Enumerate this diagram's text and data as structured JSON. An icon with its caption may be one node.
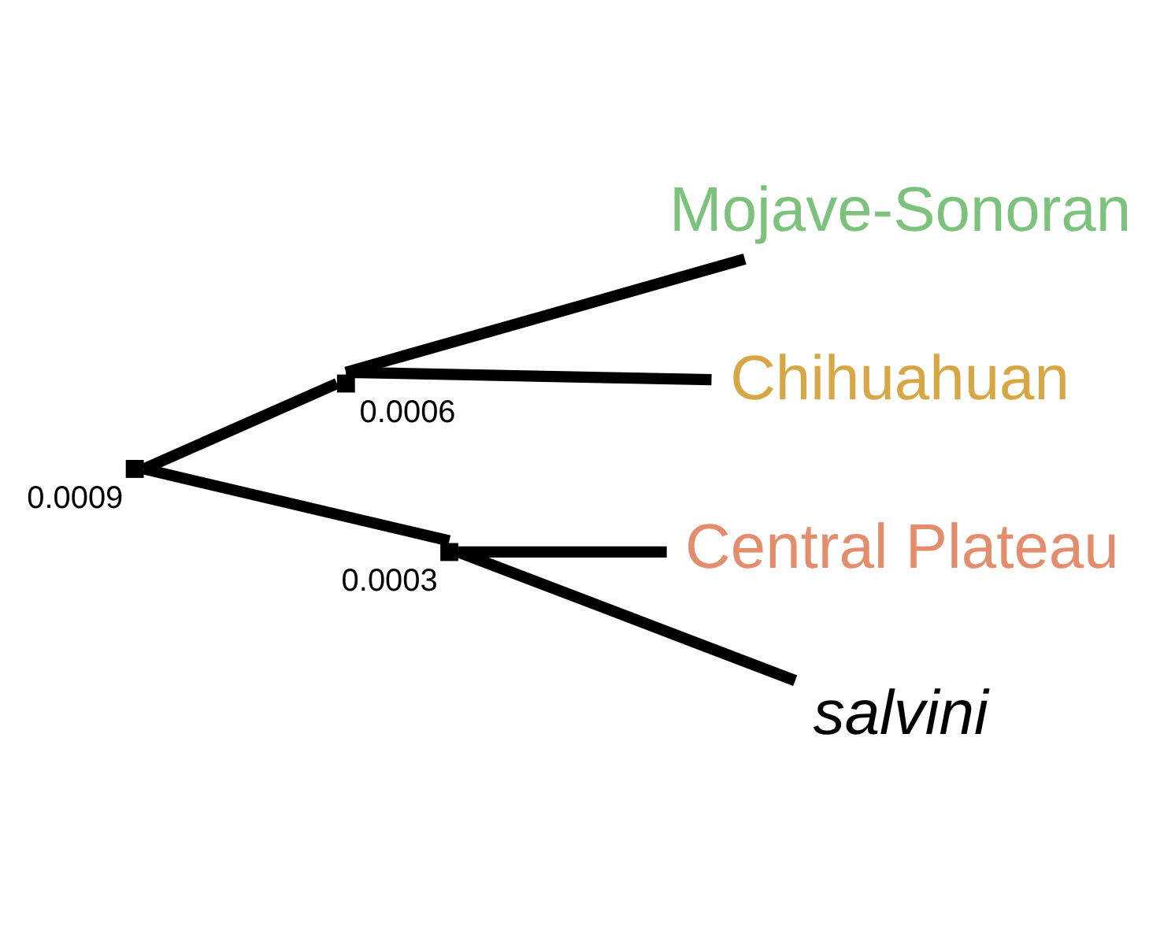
{
  "diagram": {
    "nodes": [
      {
        "text": [],
        "shape": "point",
        "beside": [
          "0.0009"
        ]
      },
      {
        "text": [],
        "shape": "point",
        "beside": [
          "0.0006"
        ]
      },
      {
        "text": [
          "Mojave-Sonoran"
        ]
      },
      {
        "text": [
          "Chihuahuan"
        ]
      },
      {
        "text": [],
        "shape": "point",
        "beside": [
          "0.0003"
        ]
      },
      {
        "text": [
          "Central Plateau"
        ]
      },
      {
        "text": [
          "salvini"
        ]
      }
    ],
    "edges": [
      {
        "from": 0,
        "to": 1,
        "arrow": "none"
      },
      {
        "from": 1,
        "to": 2,
        "arrow": "none"
      },
      {
        "from": 1,
        "to": 3,
        "arrow": "none"
      },
      {
        "from": 0,
        "to": 4,
        "arrow": "none"
      },
      {
        "from": 4,
        "to": 5,
        "arrow": "none"
      },
      {
        "from": 4,
        "to": 6,
        "arrow": "none"
      }
    ]
  }
}
